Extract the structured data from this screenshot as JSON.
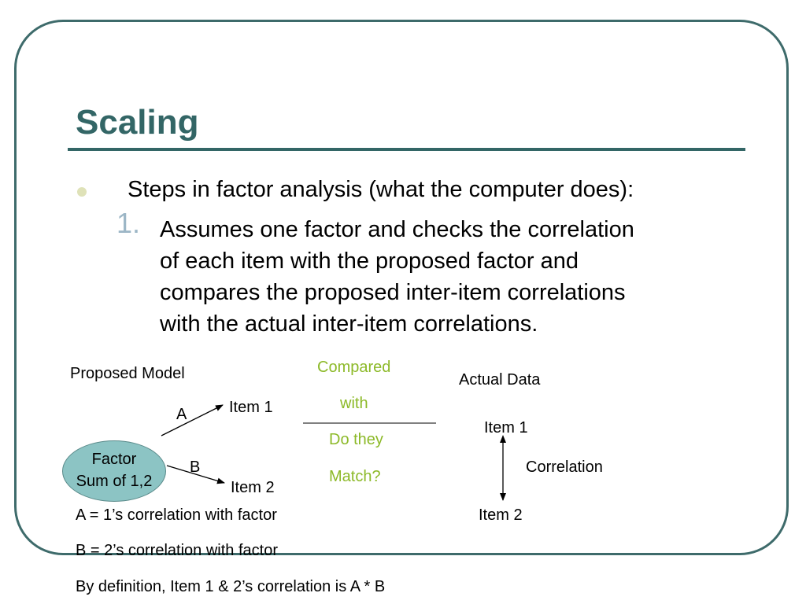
{
  "slide": {
    "title": "Scaling",
    "bullet": "Steps in factor analysis (what the computer does):",
    "step_number": "1.",
    "step_lines": [
      "Assumes one factor and checks the correlation",
      "of each item with the proposed factor and",
      "compares the proposed inter-item correlations",
      "with the actual inter-item correlations."
    ]
  },
  "diagram": {
    "proposed_model_label": "Proposed Model",
    "compare_lines": [
      "Compared",
      "with",
      "Do they",
      "Match?"
    ],
    "actual_data_label": "Actual Data",
    "factor_lines": [
      "Factor",
      "Sum of 1,2"
    ],
    "path_a": "A",
    "path_b": "B",
    "proposed_item1": "Item 1",
    "proposed_item2": "Item 2",
    "actual_item1": "Item 1",
    "actual_item2": "Item 2",
    "correlation_label": "Correlation",
    "notes": [
      "A = 1’s correlation with factor",
      "B = 2’s correlation with factor",
      "By definition, Item 1 & 2’s correlation is A * B"
    ]
  },
  "colors": {
    "title": "#336666",
    "frame": "#3e6b6b",
    "accent_green": "#8cb928",
    "factor_fill": "#8cc4c4",
    "number": "#9cb6c6"
  }
}
